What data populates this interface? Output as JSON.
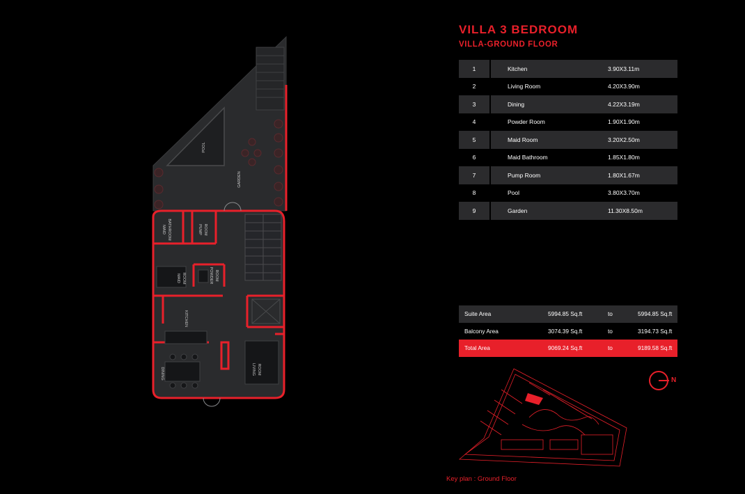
{
  "header": {
    "title": "VILLA 3 BEDROOM",
    "subtitle": "VILLA-GROUND FLOOR"
  },
  "rooms": [
    {
      "num": "1",
      "name": "Kitchen",
      "dim": "3.90X3.11m"
    },
    {
      "num": "2",
      "name": "Living Room",
      "dim": "4.20X3.90m"
    },
    {
      "num": "3",
      "name": "Dining",
      "dim": "4.22X3.19m"
    },
    {
      "num": "4",
      "name": "Powder Room",
      "dim": "1.90X1.90m"
    },
    {
      "num": "5",
      "name": "Maid Room",
      "dim": "3.20X2.50m"
    },
    {
      "num": "6",
      "name": "Maid Bathroom",
      "dim": "1.85X1.80m"
    },
    {
      "num": "7",
      "name": "Pump Room",
      "dim": "1.80X1.67m"
    },
    {
      "num": "8",
      "name": "Pool",
      "dim": "3.80X3.70m"
    },
    {
      "num": "9",
      "name": "Garden",
      "dim": "11.30X8.50m"
    }
  ],
  "areas": [
    {
      "label": "Suite Area",
      "from": "5994.85 Sq.ft",
      "to_word": "to",
      "to": "5994.85 Sq.ft"
    },
    {
      "label": "Balcony Area",
      "from": "3074.39 Sq.ft",
      "to_word": "to",
      "to": "3194.73 Sq.ft"
    },
    {
      "label": "Total Area",
      "from": "9069.24 Sq.ft",
      "to_word": "to",
      "to": "9189.58 Sq.ft"
    }
  ],
  "plan_labels": {
    "pool": "POOL",
    "garden": "GARDEN",
    "maid_bathroom_1": "MAID",
    "maid_bathroom_2": "BATHROOM",
    "pump_room_1": "PUMP",
    "pump_room_2": "ROOM",
    "maid_room_1": "MAID",
    "maid_room_2": "ROOM",
    "powder_room_1": "POWDER",
    "powder_room_2": "ROOM",
    "kitchen": "KITCHEN",
    "dining": "DINING",
    "living_room_1": "LIVING",
    "living_room_2": "ROOM"
  },
  "compass": {
    "letter": "N"
  },
  "key_plan": {
    "label": "Key plan : Ground Floor"
  },
  "colors": {
    "accent": "#e8202a",
    "row_dark": "#2b2b2d",
    "plan_fill": "#2a2b2d"
  }
}
